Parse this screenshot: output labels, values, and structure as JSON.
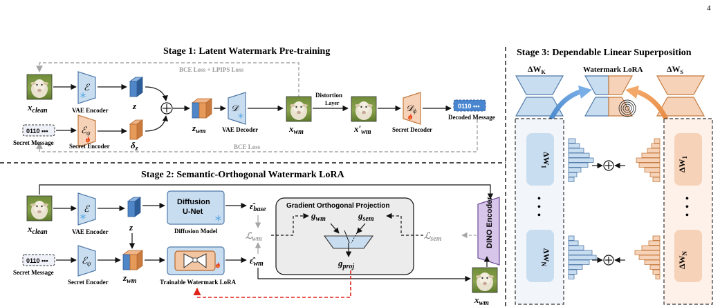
{
  "page_number": "4",
  "stage1": {
    "title": "Stage 1: Latent Watermark Pre-training",
    "bce_lpips_loss": "BCE Loss + LPIPS Loss",
    "bce_loss": "BCE Loss",
    "vae_encoder": "VAE Encoder",
    "secret_encoder": "Secret Encoder",
    "vae_decoder": "VAE Decoder",
    "secret_decoder": "Secret Decoder",
    "secret_message": "Secret Message",
    "decoded_message": "Decoded Message",
    "distortion_layer_1": "Distortion",
    "distortion_layer_2": "Layer",
    "bits": "0110 •••",
    "x_clean": "x",
    "x_clean_sub": "clean",
    "z": "z",
    "delta": "δ",
    "delta_sub": "z",
    "z_wm": "z",
    "z_wm_sub": "wm",
    "x_wm": "x",
    "x_wm_sub": "wm",
    "x_wm_prime": "x′",
    "x_wm_prime_sub": "wm",
    "enc_symbol": "ℰ",
    "enc_psi_sub": "ψ",
    "dec_symbol": "𝒟",
    "dec_phi_sub": "ϕ",
    "plus": "⊕"
  },
  "stage2": {
    "title": "Stage 2: Semantic-Orthogonal Watermark LoRA",
    "vae_encoder": "VAE Encoder",
    "secret_encoder": "Secret Encoder",
    "secret_message": "Secret Message",
    "diffusion_unet_1": "Diffusion",
    "diffusion_unet_2": "U-Net",
    "diffusion_model": "Diffusion Model",
    "trainable_lora": "Trainable Watermark LoRA",
    "gradient_projection": "Gradient Orthogonal Projection",
    "dino_encoder": "DINO Encoder",
    "bits": "0110 •••",
    "eps_base": "ε̂",
    "eps_base_sub": "base",
    "eps_wm": "ε̂",
    "eps_wm_sub": "wm",
    "loss_wm": "ℒ",
    "loss_wm_sub": "wm",
    "loss_sem": "ℒ",
    "loss_sem_sub": "sem",
    "g_wm": "g",
    "g_wm_sub": "wm",
    "g_sem": "g",
    "g_sem_sub": "sem",
    "g_proj": "g",
    "g_proj_sub": "proj",
    "x_clean": "x",
    "x_clean_sub": "clean",
    "z": "z",
    "z_wm": "z",
    "z_wm_sub": "wm",
    "x_wm": "x",
    "x_wm_sub": "wm"
  },
  "stage3": {
    "title": "Stage 3: Dependable Linear Superposition",
    "delta_wk": "ΔW",
    "delta_wk_sub": "K",
    "watermark_lora": "Watermark LoRA",
    "delta_ws": "ΔW",
    "delta_ws_sub": "S",
    "delta_w1": "ΔW",
    "delta_w1_sub": "1",
    "delta_wn": "ΔW",
    "delta_wn_sub": "N",
    "dots": "•",
    "plus": "⊕"
  },
  "colors": {
    "blue_fill": "#c9ddf0",
    "blue_stroke": "#4f79a8",
    "orange_fill": "#f6d2b8",
    "orange_stroke": "#c57a3e",
    "red_dash": "#e0241b",
    "gray_dash": "#a5a5a5",
    "panel_gray": "#ececec"
  }
}
